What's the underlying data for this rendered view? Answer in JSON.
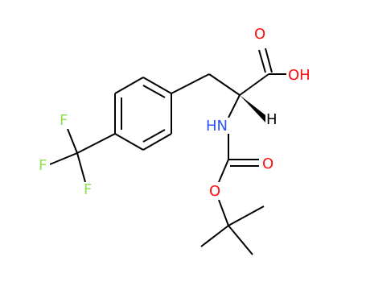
{
  "atoms": {
    "o_carbonyl_top": "O",
    "oh": "OH",
    "h_alpha": "H",
    "nh": "HN",
    "o_carbamate_carbonyl": "O",
    "o_ester": "O",
    "f_top": "F",
    "f_left": "F",
    "f_bottom": "F"
  },
  "colors": {
    "oxygen": "#ff0d0d",
    "nitrogen": "#3050f8",
    "fluorine": "#90e050",
    "carbon": "#000000",
    "hydrogen": "#000000"
  }
}
